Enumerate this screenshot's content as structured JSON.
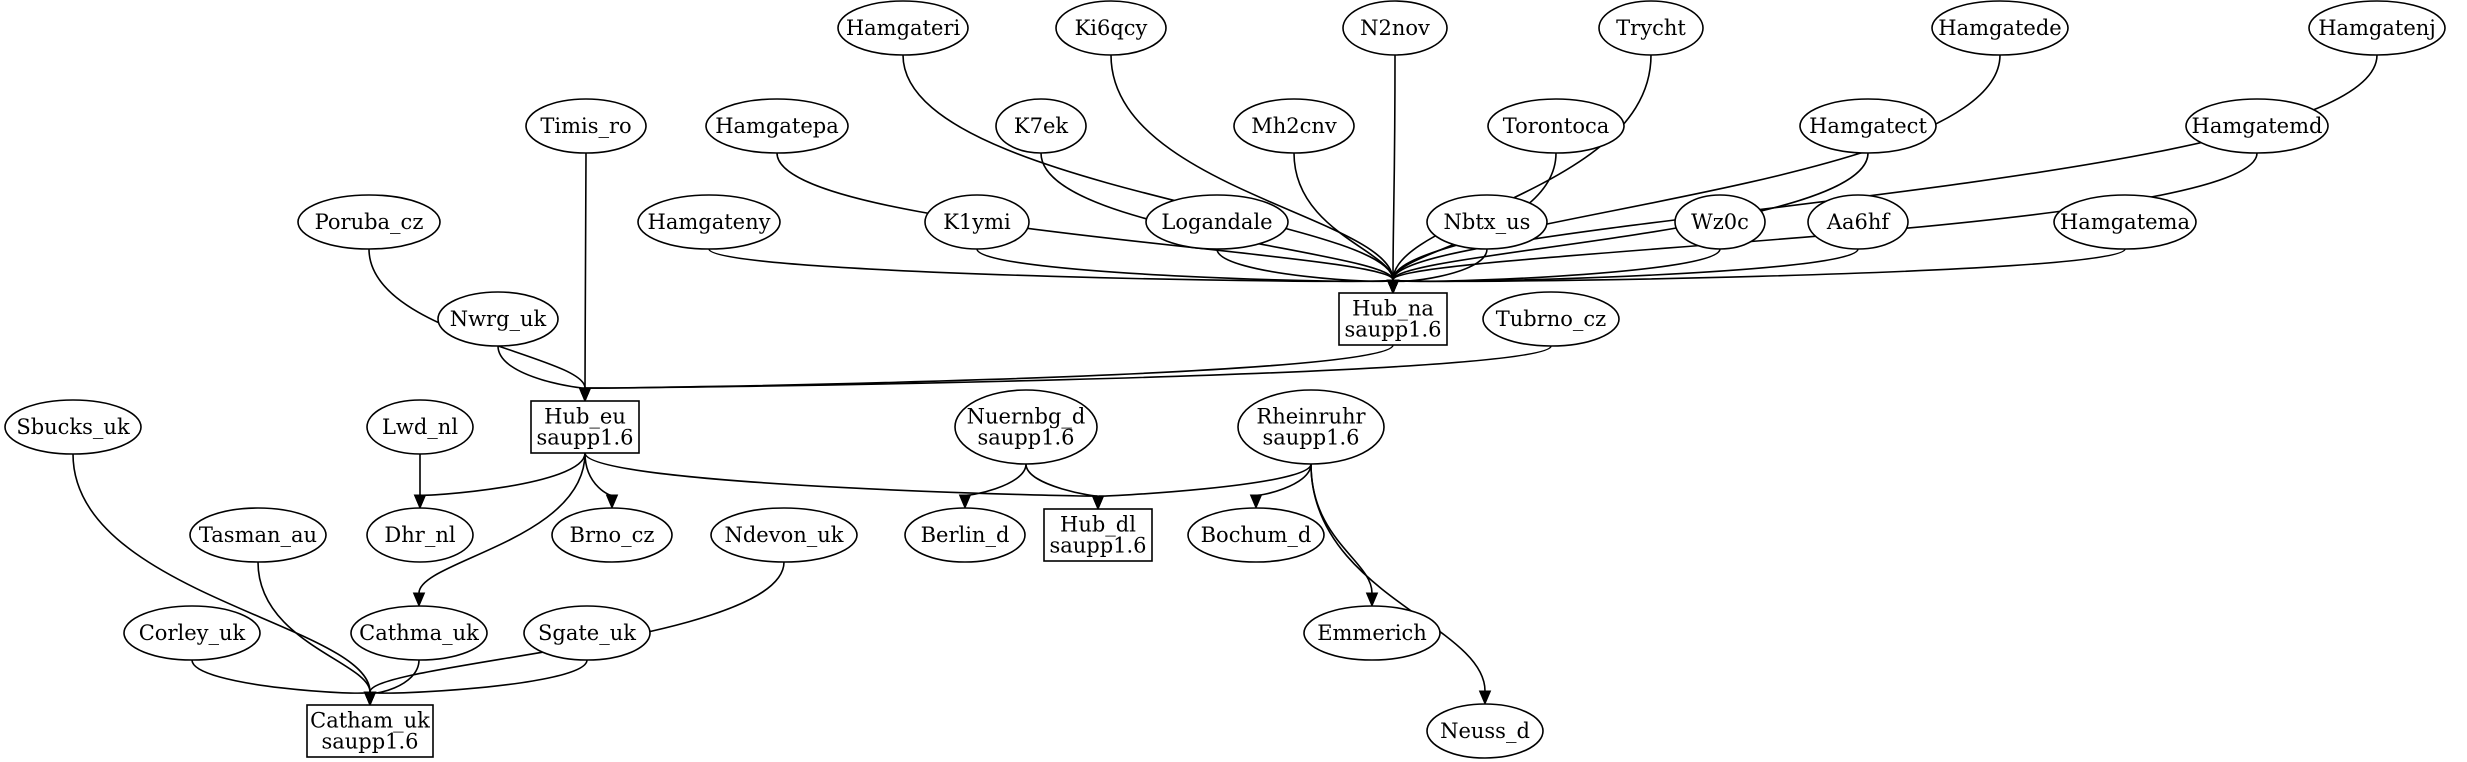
{
  "graph": {
    "nodes": [
      {
        "id": "hamgateri",
        "label": "Hamgateri",
        "shape": "ellipse"
      },
      {
        "id": "ki6qcy",
        "label": "Ki6qcy",
        "shape": "ellipse"
      },
      {
        "id": "n2nov",
        "label": "N2nov",
        "shape": "ellipse"
      },
      {
        "id": "trycht",
        "label": "Trycht",
        "shape": "ellipse"
      },
      {
        "id": "hamgatede",
        "label": "Hamgatede",
        "shape": "ellipse"
      },
      {
        "id": "hamgatenj",
        "label": "Hamgatenj",
        "shape": "ellipse"
      },
      {
        "id": "timis_ro",
        "label": "Timis_ro",
        "shape": "ellipse"
      },
      {
        "id": "hamgatepa",
        "label": "Hamgatepa",
        "shape": "ellipse"
      },
      {
        "id": "k7ek",
        "label": "K7ek",
        "shape": "ellipse"
      },
      {
        "id": "mh2cnv",
        "label": "Mh2cnv",
        "shape": "ellipse"
      },
      {
        "id": "torontoca",
        "label": "Torontoca",
        "shape": "ellipse"
      },
      {
        "id": "hamgatect",
        "label": "Hamgatect",
        "shape": "ellipse"
      },
      {
        "id": "hamgatemd",
        "label": "Hamgatemd",
        "shape": "ellipse"
      },
      {
        "id": "poruba_cz",
        "label": "Poruba_cz",
        "shape": "ellipse"
      },
      {
        "id": "hamgateny",
        "label": "Hamgateny",
        "shape": "ellipse"
      },
      {
        "id": "k1ymi",
        "label": "K1ymi",
        "shape": "ellipse"
      },
      {
        "id": "logandale",
        "label": "Logandale",
        "shape": "ellipse"
      },
      {
        "id": "nbtx_us",
        "label": "Nbtx_us",
        "shape": "ellipse"
      },
      {
        "id": "wz0c",
        "label": "Wz0c",
        "shape": "ellipse"
      },
      {
        "id": "aa6hf",
        "label": "Aa6hf",
        "shape": "ellipse"
      },
      {
        "id": "hamgatema",
        "label": "Hamgatema",
        "shape": "ellipse"
      },
      {
        "id": "hub_na",
        "label": "Hub_na\nsaupp1.6",
        "shape": "box"
      },
      {
        "id": "nwrg_uk",
        "label": "Nwrg_uk",
        "shape": "ellipse"
      },
      {
        "id": "tubrno_cz",
        "label": "Tubrno_cz",
        "shape": "ellipse"
      },
      {
        "id": "sbucks_uk",
        "label": "Sbucks_uk",
        "shape": "ellipse"
      },
      {
        "id": "lwd_nl",
        "label": "Lwd_nl",
        "shape": "ellipse"
      },
      {
        "id": "hub_eu",
        "label": "Hub_eu\nsaupp1.6",
        "shape": "box"
      },
      {
        "id": "nuernbg_d",
        "label": "Nuernbg_d\nsaupp1.6",
        "shape": "ellipse"
      },
      {
        "id": "rheinruhr",
        "label": "Rheinruhr\nsaupp1.6",
        "shape": "ellipse"
      },
      {
        "id": "tasman_au",
        "label": "Tasman_au",
        "shape": "ellipse"
      },
      {
        "id": "dhr_nl",
        "label": "Dhr_nl",
        "shape": "ellipse"
      },
      {
        "id": "brno_cz",
        "label": "Brno_cz",
        "shape": "ellipse"
      },
      {
        "id": "ndevon_uk",
        "label": "Ndevon_uk",
        "shape": "ellipse"
      },
      {
        "id": "berlin_d",
        "label": "Berlin_d",
        "shape": "ellipse"
      },
      {
        "id": "hub_dl",
        "label": "Hub_dl\nsaupp1.6",
        "shape": "box"
      },
      {
        "id": "bochum_d",
        "label": "Bochum_d",
        "shape": "ellipse"
      },
      {
        "id": "corley_uk",
        "label": "Corley_uk",
        "shape": "ellipse"
      },
      {
        "id": "cathma_uk",
        "label": "Cathma_uk",
        "shape": "ellipse"
      },
      {
        "id": "sgate_uk",
        "label": "Sgate_uk",
        "shape": "ellipse"
      },
      {
        "id": "emmerich",
        "label": "Emmerich",
        "shape": "ellipse"
      },
      {
        "id": "catham_uk",
        "label": "Catham_uk\nsaupp1.6",
        "shape": "box"
      },
      {
        "id": "neuss_d",
        "label": "Neuss_d",
        "shape": "ellipse"
      }
    ],
    "edges": [
      {
        "from": "hamgateri",
        "to": "hub_na"
      },
      {
        "from": "ki6qcy",
        "to": "hub_na"
      },
      {
        "from": "n2nov",
        "to": "hub_na"
      },
      {
        "from": "trycht",
        "to": "hub_na"
      },
      {
        "from": "hamgatede",
        "to": "hub_na"
      },
      {
        "from": "hamgatenj",
        "to": "hub_na"
      },
      {
        "from": "hamgatepa",
        "to": "hub_na"
      },
      {
        "from": "k7ek",
        "to": "hub_na"
      },
      {
        "from": "mh2cnv",
        "to": "hub_na"
      },
      {
        "from": "torontoca",
        "to": "hub_na"
      },
      {
        "from": "hamgatect",
        "to": "hub_na"
      },
      {
        "from": "hamgatemd",
        "to": "hub_na"
      },
      {
        "from": "hamgateny",
        "to": "hub_na"
      },
      {
        "from": "k1ymi",
        "to": "hub_na"
      },
      {
        "from": "logandale",
        "to": "hub_na"
      },
      {
        "from": "nbtx_us",
        "to": "hub_na"
      },
      {
        "from": "wz0c",
        "to": "hub_na"
      },
      {
        "from": "aa6hf",
        "to": "hub_na"
      },
      {
        "from": "hamgatema",
        "to": "hub_na"
      },
      {
        "from": "timis_ro",
        "to": "hub_eu"
      },
      {
        "from": "poruba_cz",
        "to": "hub_eu"
      },
      {
        "from": "nwrg_uk",
        "to": "hub_eu"
      },
      {
        "from": "hub_na",
        "to": "hub_eu"
      },
      {
        "from": "tubrno_cz",
        "to": "hub_eu"
      },
      {
        "from": "lwd_nl",
        "to": "dhr_nl"
      },
      {
        "from": "hub_eu",
        "to": "dhr_nl"
      },
      {
        "from": "hub_eu",
        "to": "brno_cz"
      },
      {
        "from": "hub_eu",
        "to": "cathma_uk"
      },
      {
        "from": "hub_eu",
        "to": "hub_dl"
      },
      {
        "from": "nuernbg_d",
        "to": "berlin_d"
      },
      {
        "from": "nuernbg_d",
        "to": "hub_dl"
      },
      {
        "from": "rheinruhr",
        "to": "hub_dl"
      },
      {
        "from": "rheinruhr",
        "to": "bochum_d"
      },
      {
        "from": "rheinruhr",
        "to": "emmerich"
      },
      {
        "from": "rheinruhr",
        "to": "neuss_d"
      },
      {
        "from": "sbucks_uk",
        "to": "catham_uk"
      },
      {
        "from": "tasman_au",
        "to": "catham_uk"
      },
      {
        "from": "corley_uk",
        "to": "catham_uk"
      },
      {
        "from": "cathma_uk",
        "to": "catham_uk"
      },
      {
        "from": "sgate_uk",
        "to": "catham_uk"
      },
      {
        "from": "ndevon_uk",
        "to": "catham_uk"
      }
    ]
  }
}
